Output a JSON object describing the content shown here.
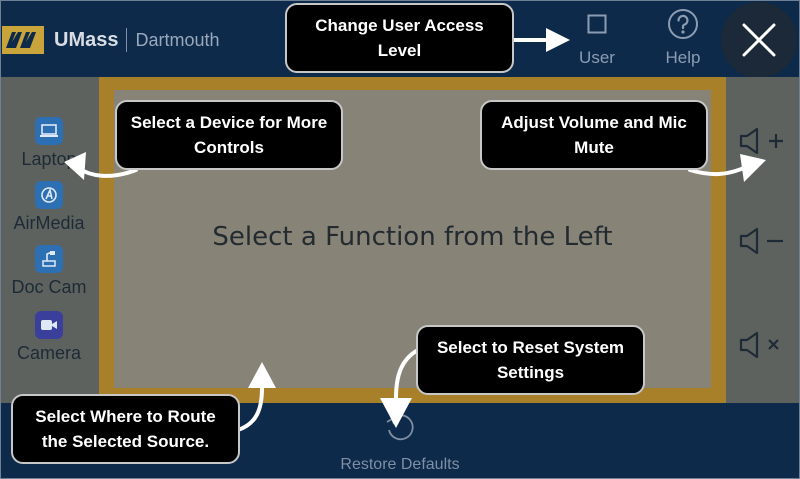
{
  "header": {
    "brand": "UMass",
    "brand_sub": "Dartmouth",
    "user_label": "User",
    "help_label": "Help"
  },
  "sources": [
    {
      "label": "Laptop",
      "icon": "laptop-icon",
      "color": "#2c6fb3"
    },
    {
      "label": "AirMedia",
      "icon": "airmedia-icon",
      "color": "#2c6fb3"
    },
    {
      "label": "Doc Cam",
      "icon": "doc-cam-icon",
      "color": "#2c6fb3"
    },
    {
      "label": "Camera",
      "icon": "camera-icon",
      "color": "#3a3f9c"
    }
  ],
  "main": {
    "message": "Select a Function from the Left"
  },
  "footer": {
    "restore_label": "Restore Defaults"
  },
  "callouts": {
    "access_level": "Change User Access Level",
    "select_device": "Select a Device for More Controls",
    "volume": "Adjust Volume and Mic Mute",
    "reset": "Select to Reset System Settings",
    "route": "Select Where to Route the Selected Source."
  },
  "colors": {
    "header_bg": "#0d2a4a",
    "frame_gold": "#a8802a",
    "panel": "#878477",
    "callout_bg": "#000000"
  }
}
